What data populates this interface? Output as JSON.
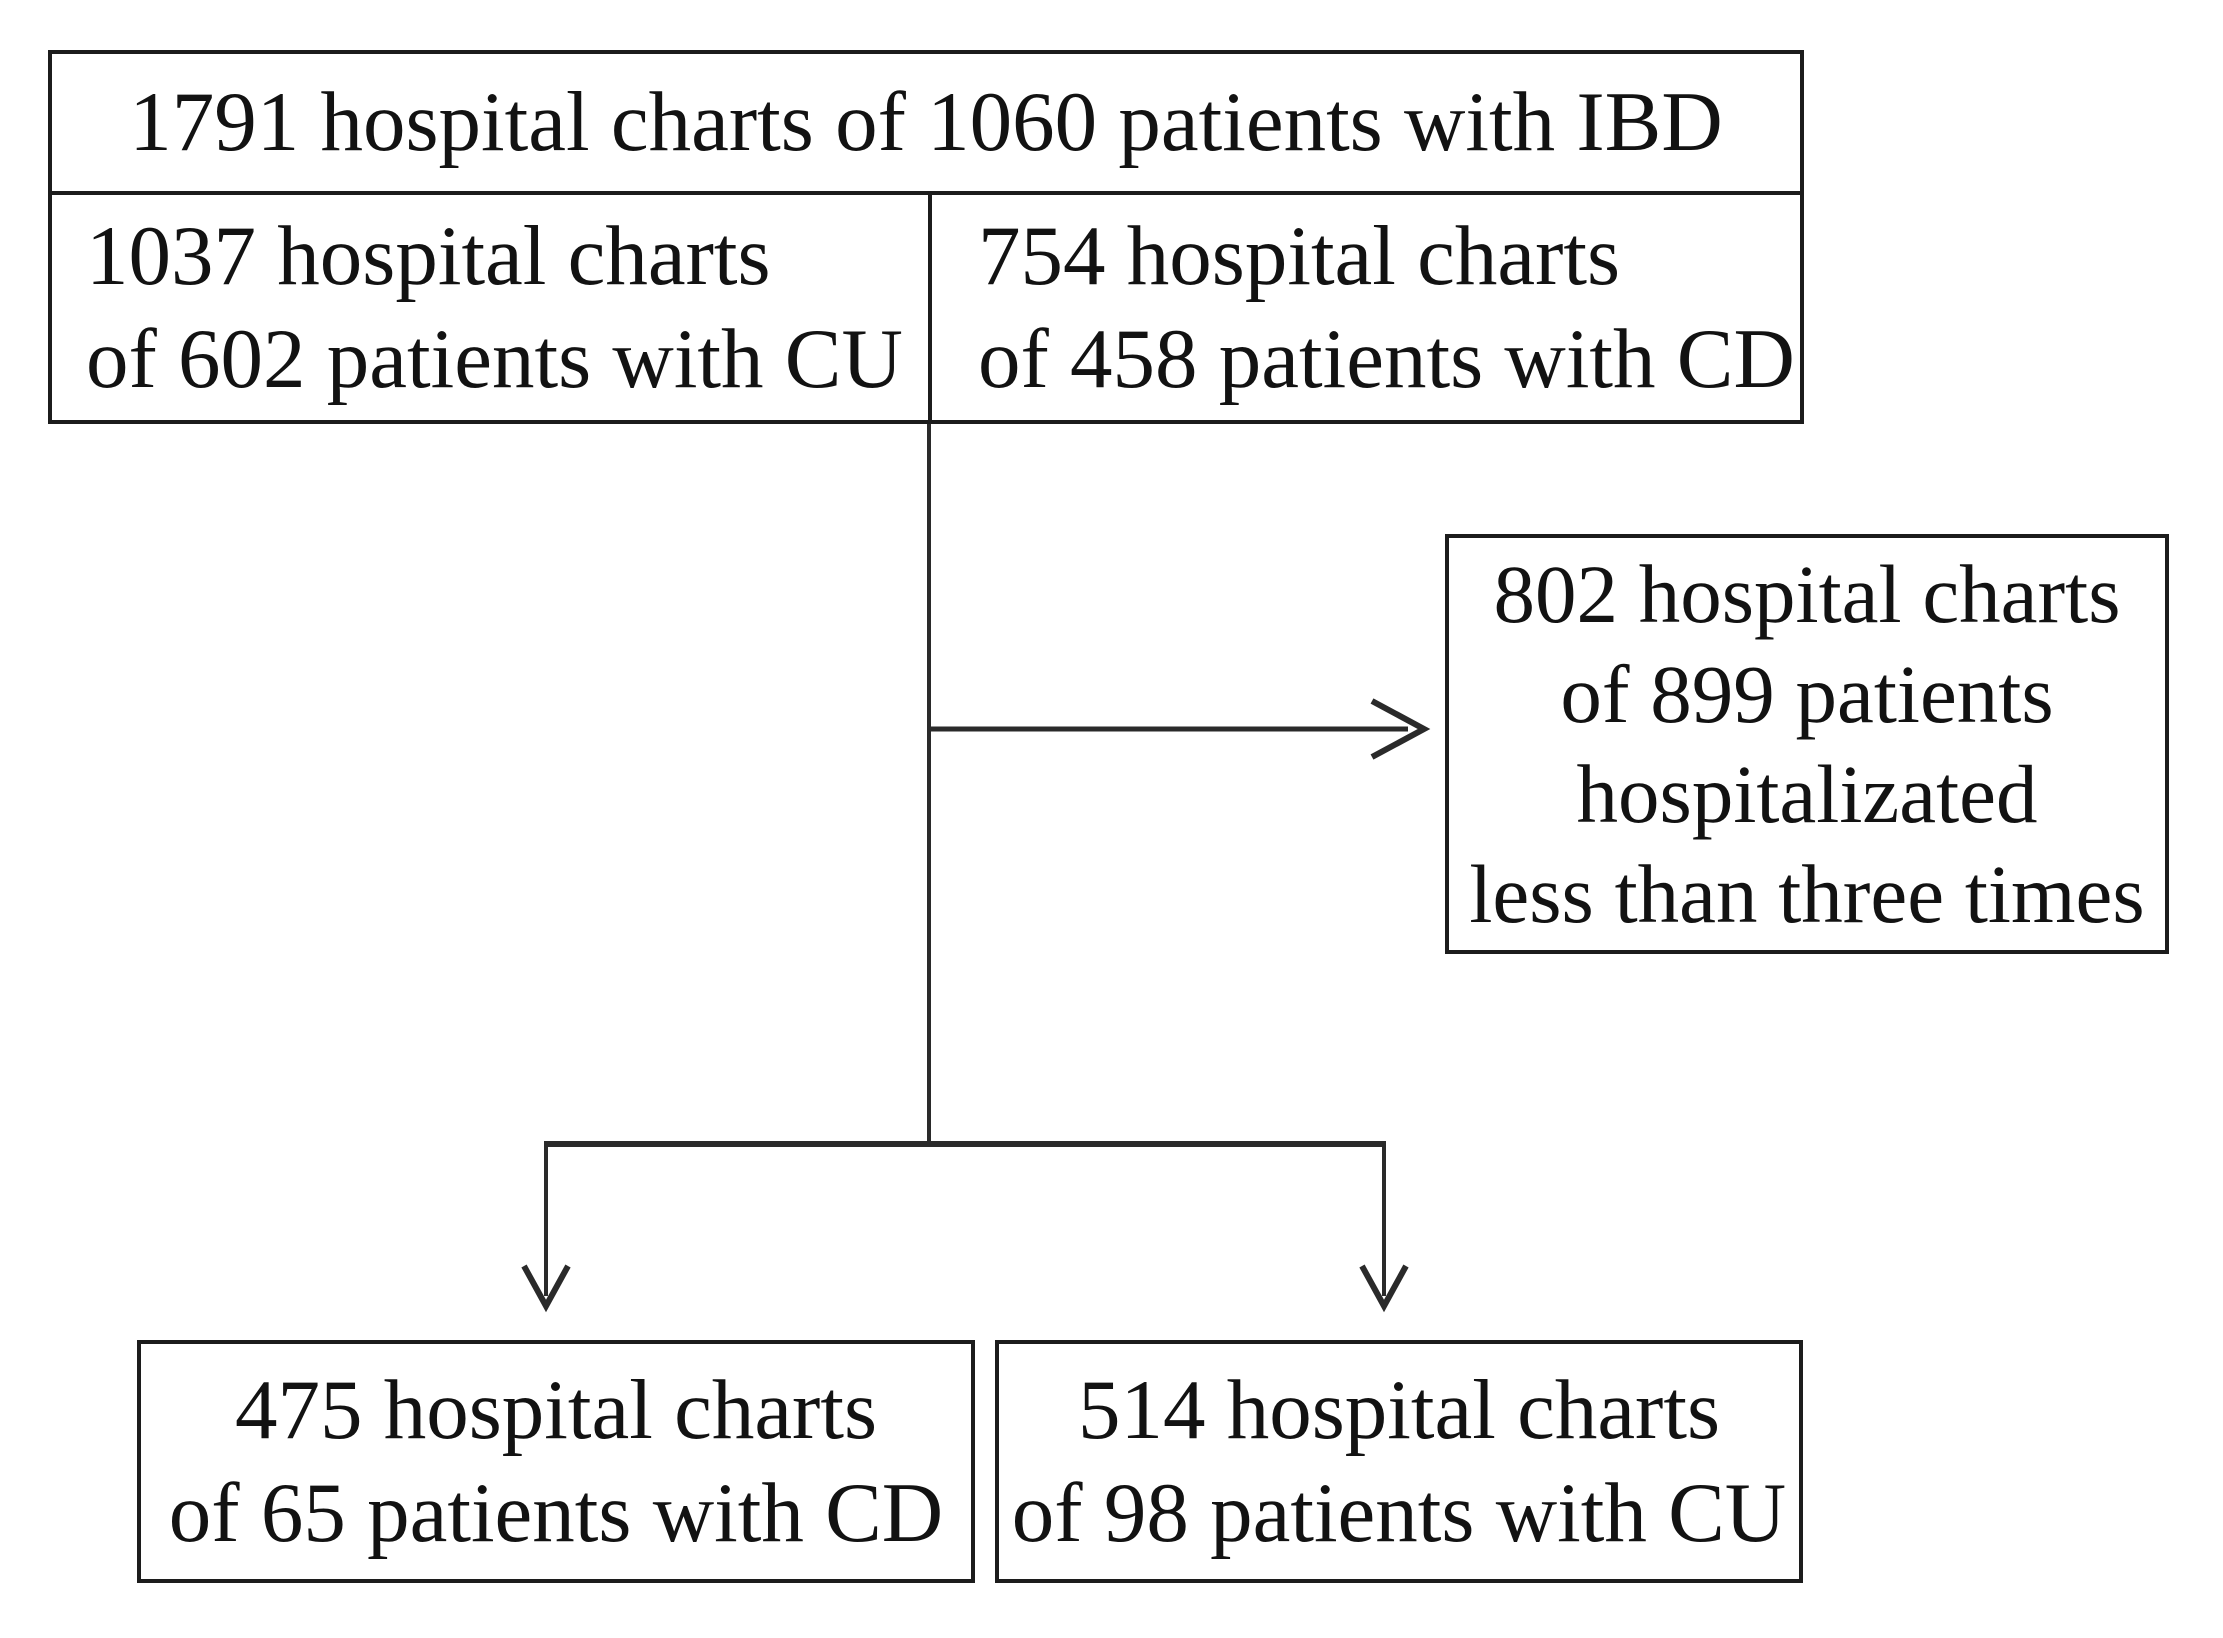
{
  "diagram": {
    "type": "flowchart",
    "title_hint": "IBD hospital chart selection flow",
    "nodes": {
      "root": {
        "lines": [
          "1791 hospital charts of 1060 patients with IBD"
        ]
      },
      "cu_branch": {
        "lines": [
          "1037 hospital charts",
          "of 602 patients with CU"
        ]
      },
      "cd_branch": {
        "lines": [
          "754 hospital charts",
          "of 458 patients with CD"
        ]
      },
      "excluded": {
        "lines": [
          "802 hospital charts",
          "of 899 patients",
          "hospitalizated",
          "less than three times"
        ]
      },
      "final_cd": {
        "lines": [
          "475 hospital charts",
          "of 65 patients with CD"
        ]
      },
      "final_cu": {
        "lines": [
          "514 hospital charts",
          "of 98 patients with CU"
        ]
      }
    },
    "edges": [
      {
        "from": "root-split",
        "to": "excluded",
        "style": "arrow-right"
      },
      {
        "from": "root-split",
        "to": "final_cd",
        "style": "arrow-down"
      },
      {
        "from": "root-split",
        "to": "final_cu",
        "style": "arrow-down"
      }
    ]
  },
  "colors": {
    "background": "#ffffff",
    "border": "#1c1c1c",
    "text": "#121212",
    "connector": "#2a2a2a"
  }
}
